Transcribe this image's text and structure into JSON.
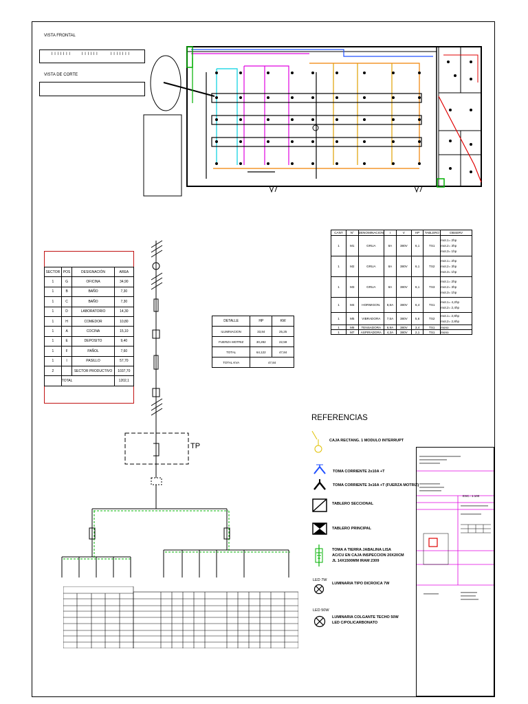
{
  "views": {
    "frontal": "VISTA FRONTAL",
    "frontal_marks": [
      "ǀ ǀ ǀ ǀ ǀ ǀ ǀ",
      "ǀ ǀ ǀ ǀ ǀ ǀ",
      "ǀ ǀ ǀ ǀ ǀ ǀ ǀ"
    ],
    "corte": "VISTA DE CORTE"
  },
  "sector_table": {
    "headers": [
      "SECTOR",
      "POS",
      "DESIGNACIÓN",
      "AREA"
    ],
    "rows": [
      [
        "1",
        "G",
        "OFICINA",
        "34,90"
      ],
      [
        "1",
        "B",
        "BAÑO",
        "7,30"
      ],
      [
        "1",
        "C",
        "BAÑO",
        "7,30"
      ],
      [
        "1",
        "D",
        "LABORATORIO",
        "14,30"
      ],
      [
        "1",
        "H",
        "COMEDOR",
        "10,80"
      ],
      [
        "1",
        "A",
        "COCINA",
        "15,10"
      ],
      [
        "1",
        "E",
        "DEPOSITO",
        "9,40"
      ],
      [
        "1",
        "F",
        "PAÑOL",
        "7,60"
      ],
      [
        "1",
        "I",
        "PASILLO",
        "57,70"
      ],
      [
        "2",
        "",
        "SECTOR PRODUCTIVO",
        "1037,70"
      ]
    ],
    "total_label": "TOTAL",
    "total_value": "1202,1"
  },
  "detail_table": {
    "headers": [
      "DETALLE",
      "HP",
      "KW"
    ],
    "rows": [
      [
        "ILUMINACION",
        "33,84",
        "25,25"
      ],
      [
        "FUERZA MOTRIZ",
        "30,282",
        "22,59"
      ],
      [
        "TOTAL",
        "64,122",
        "47,84"
      ]
    ],
    "total_kva_label": "TOTAL KVA",
    "total_kva_value": "47,84"
  },
  "motor_table": {
    "headers": [
      "CANT",
      "N°",
      "DENOMINACION",
      "I",
      "V",
      "HP",
      "TABLERO",
      "OBSERV"
    ],
    "rows": [
      {
        "cells": [
          "1",
          "M1",
          "GRUA",
          "8A",
          "380V",
          "6,1",
          "TS1"
        ],
        "obs": [
          "mot.1= 2hp",
          "mot.2= 3hp",
          "mot.3= 1hp"
        ]
      },
      {
        "cells": [
          "1",
          "M2",
          "GRUA",
          "8A",
          "380V",
          "6,1",
          "TS2"
        ],
        "obs": [
          "mot.1= 2hp",
          "mot.2= 3hp",
          "mot.3= 1hp"
        ]
      },
      {
        "cells": [
          "1",
          "M3",
          "GRUA",
          "8A",
          "380V",
          "6,1",
          "TS3"
        ],
        "obs": [
          "mot.1= 2hp",
          "mot.2= 3hp",
          "mot.3= 1hp"
        ]
      },
      {
        "cells": [
          "1",
          "M4",
          "HORMIGON.",
          "8,8A",
          "380V",
          "6,4",
          "TS1"
        ],
        "obs": [
          "mot.1= 4,2hp",
          "mot.2= 2,4hp"
        ]
      },
      {
        "cells": [
          "1",
          "M5",
          "VIBRADORA",
          "7,5A",
          "380V",
          "5,6",
          "TS2"
        ],
        "obs": [
          "mot.1= 2,8hp",
          "mot.2= 2,8hp"
        ]
      },
      {
        "cells": [
          "1",
          "M6",
          "TENSADORA",
          "6,9A",
          "380V",
          "3,4",
          "TS1"
        ],
        "obs": [
          "mono"
        ]
      },
      {
        "cells": [
          "1",
          "M7",
          "ASPIRADORA",
          "4,3A",
          "380V",
          "2,1",
          "TS1"
        ],
        "obs": [
          "mono"
        ]
      }
    ]
  },
  "tp_label": "TP",
  "references": {
    "title": "REFERENCIAS",
    "items": [
      {
        "icon": "switch-box-icon",
        "label": "CAJA RECTANG. 1 MODULO INTERRUPT"
      },
      {
        "icon": "outlet-10a-icon",
        "label": "TOMA CORRIENTE 2x10A +T"
      },
      {
        "icon": "outlet-16a-icon",
        "label": "TOMA CORRIENTE 3x16A +T (FUERZA MOTRIZ)"
      },
      {
        "icon": "sectional-board-icon",
        "label": "TABLERO SECCIONAL"
      },
      {
        "icon": "main-board-icon",
        "label": "TABLERO PRINCIPAL"
      },
      {
        "icon": "ground-rod-icon",
        "label": "TOMA A TIERRA JABALINA LISA",
        "extra": [
          "AC/CU EN CAJA INSPECCION 20X20CM",
          "JL 14X1500MM IRAM 2309"
        ]
      },
      {
        "icon": "dichroic-lamp-icon",
        "tag": "LED 7W",
        "label": "LUMINARIA TIPO DICROICA 7W"
      },
      {
        "icon": "pendant-lamp-icon",
        "tag": "LED 50W",
        "label": "LUMINARIA COLGANTE TECHO 50W",
        "extra": [
          "LED C/POLICARBONATO"
        ]
      }
    ]
  },
  "title_block": {
    "scale": "ESC.: 1:100"
  },
  "colors": {
    "magenta": "#e000e0",
    "red": "#e00000",
    "green": "#00b000",
    "orange": "#f08000",
    "cyan": "#00d0e0",
    "blue": "#2050ff",
    "border": "#c01010"
  }
}
